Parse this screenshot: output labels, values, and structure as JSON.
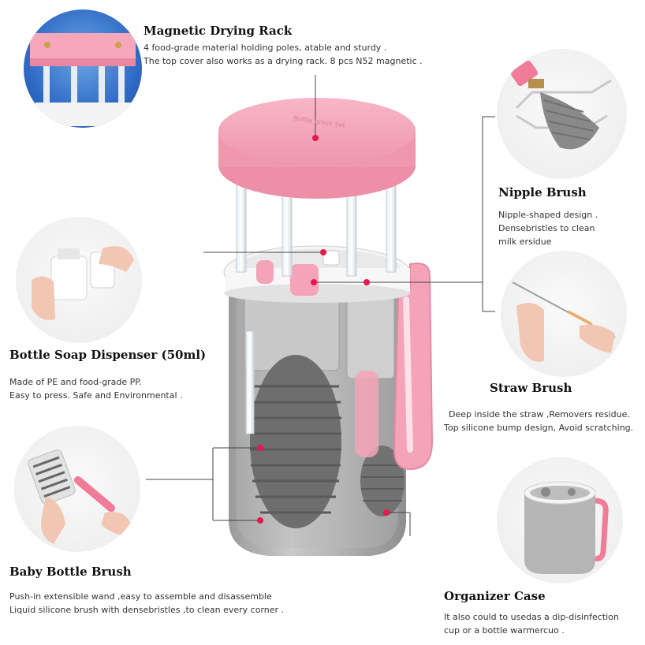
{
  "features": {
    "drying_rack": {
      "title": "Magnetic Drying Rack",
      "lines": [
        "4 food-grade material  holding poles, atable and sturdy .",
        "The top cover also works as a drying rack. 8  pcs N52 magnetic ."
      ]
    },
    "soap_dispenser": {
      "title": "Bottle Soap Dispenser (50ml)",
      "lines": [
        "Made of PE and food-grade PP.",
        "Easy to press. Safe and Environmental ."
      ]
    },
    "baby_bottle_brush": {
      "title": "Baby Bottle Brush",
      "lines": [
        "Push-in extensible wand ,easy to assemble and disassemble",
        "Liquid silicone brush with densebristles ,to clean every corner ."
      ]
    },
    "nipple_brush": {
      "title": "Nipple Brush",
      "lines": [
        "Nipple-shaped design .",
        "Densebristles to clean",
        "milk ersidue"
      ]
    },
    "straw_brush": {
      "title": "Straw Brush",
      "lines": [
        "Deep inside the straw ,Removers residue.",
        "Top silicone bump design, Avoid scratching."
      ]
    },
    "organizer_case": {
      "title": "Organizer Case",
      "lines": [
        "It also could to usedas a dip-disinfection",
        "cup or a bottle warmercuo ."
      ]
    }
  },
  "lid_text": "Bottle brush Set",
  "colors": {
    "pink": "#f4a3b8",
    "pink_dark": "#e8879f",
    "marker": "#e8174d",
    "case_gray": "#a9a9a9",
    "rim_white": "#f7f7f7",
    "bristle_gray": "#6f6f6f"
  }
}
